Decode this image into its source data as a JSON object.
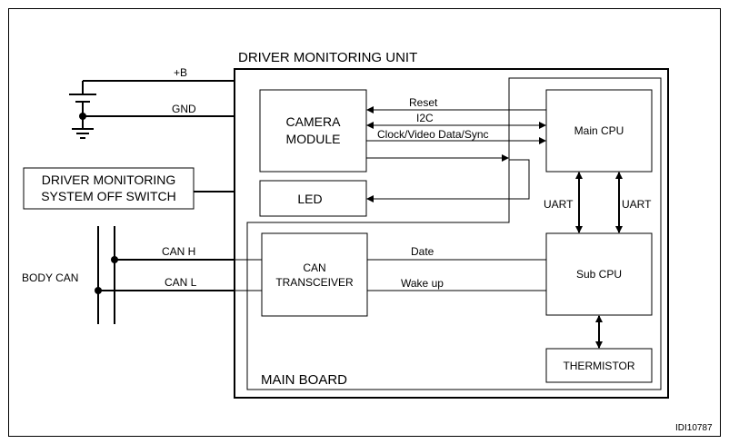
{
  "units": {
    "dmu": "DRIVER MONITORING UNIT",
    "main_board": "MAIN BOARD"
  },
  "blocks": {
    "camera_line1": "CAMERA",
    "camera_line2": "MODULE",
    "led": "LED",
    "main_cpu": "Main CPU",
    "sub_cpu": "Sub CPU",
    "can_line1": "CAN",
    "can_line2": "TRANSCEIVER",
    "thermistor": "THERMISTOR",
    "switch_line1": "DRIVER MONITORING",
    "switch_line2": "SYSTEM OFF SWITCH"
  },
  "signals": {
    "plus_b": "+B",
    "gnd": "GND",
    "reset": "Reset",
    "i2c": "I2C",
    "clock": "Clock/Video Data/Sync",
    "uart_left": "UART",
    "uart_right": "UART",
    "can_h": "CAN H",
    "can_l": "CAN L",
    "body_can": "BODY CAN",
    "date": "Date",
    "wake_up": "Wake up"
  },
  "figure_id": "IDI10787"
}
